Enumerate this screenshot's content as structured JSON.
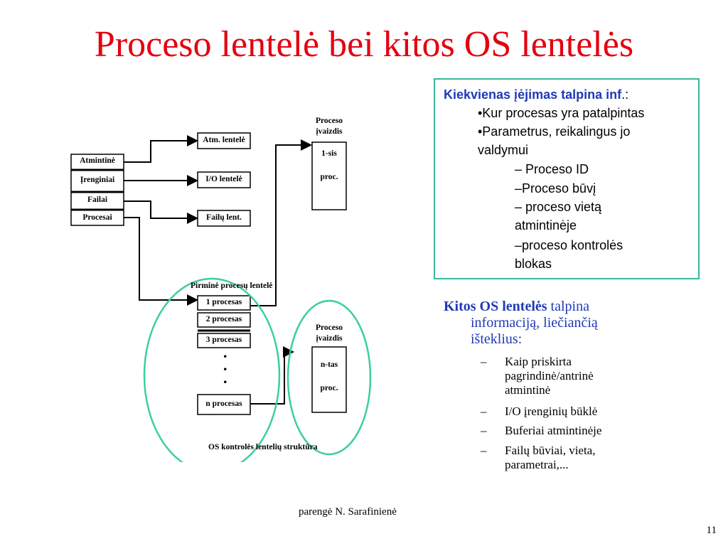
{
  "title": "Proceso lentelė bei kitos OS lentelės",
  "diagram": {
    "left_tables": [
      "Atmintinė",
      "Įrenginiai",
      "Failai",
      "Procesai"
    ],
    "right_tables": [
      "Atm. lentelė",
      "I/O lentelė",
      "Failų lent."
    ],
    "image1_label_line1": "Proceso",
    "image1_label_line2": "įvaizdis",
    "image1_item1": "1-sis",
    "image1_item2": "proc.",
    "primary_table_label": "Pirminė procesų lentelė",
    "processes": [
      "1 procesas",
      "2 procesas",
      "3 procesas",
      "n procesas"
    ],
    "dots": ".",
    "image2_label_line1": "Proceso",
    "image2_label_line2": "įvaizdis",
    "image2_item1": "n-tas",
    "image2_item2": "proc.",
    "caption": "OS kontrolės lentelių struktūra",
    "colors": {
      "highlight_circle": "#3ccf9a",
      "line": "#000000"
    }
  },
  "info_box": {
    "heading_bold": "Kiekvienas įėjimas talpina inf",
    "heading_rest": ".:",
    "bullet1": "•Kur procesas yra patalpintas",
    "bullet2_line1": "•Parametrus, reikalingus jo",
    "bullet2_line2": "valdymui",
    "sub1": "– Proceso ID",
    "sub2": "–Proceso būvį",
    "sub3_line1": "– proceso vietą",
    "sub3_line2": "atmintinėje",
    "sub4_line1": "–proceso kontrolės",
    "sub4_line2": "blokas",
    "border_color": "#3ab79b"
  },
  "other_tables": {
    "heading_bold": "Kitos OS lentelės",
    "heading_rest_line1": " talpina",
    "heading_line2": "informaciją, liečiančią",
    "heading_line3": "išteklius:",
    "dash": "–",
    "item1_line1": "Kaip priskirta",
    "item1_line2": "pagrindinė/antrinė",
    "item1_line3": "atmintinė",
    "item2": "I/O įrenginių būklė",
    "item3": "Buferiai atmintinėje",
    "item4_line1": "Failų būviai, vieta,",
    "item4_line2": "parametrai,..."
  },
  "footer": "parengė N. Sarafinienė",
  "page_number": "11"
}
